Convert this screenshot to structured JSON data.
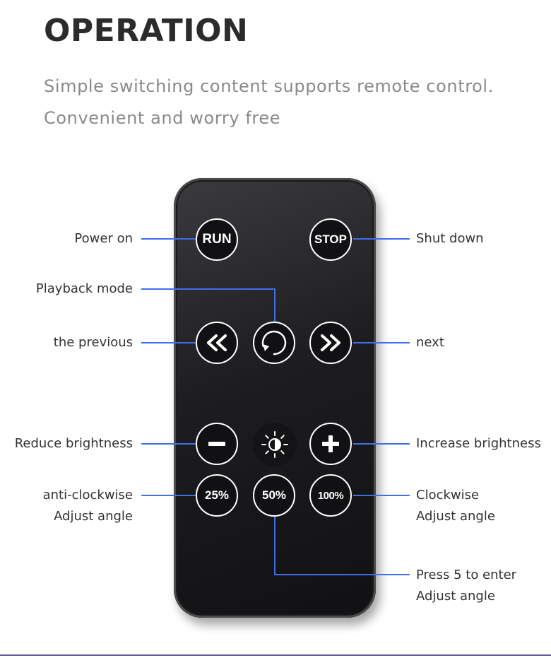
{
  "heading": "OPERATION",
  "subtitle": {
    "line1": "Simple switching content supports remote control.",
    "line2": "Convenient and worry free"
  },
  "colors": {
    "remote_body": "#1d1d1f",
    "callout_line": "#3e6ee8",
    "button_outline": "#ffffff",
    "heading_text": "#2b2b2b",
    "subtitle_text": "#8a8a8a"
  },
  "buttons": {
    "run": "RUN",
    "stop": "STOP",
    "previous_icon": "double-chevron-left-icon",
    "playback_icon": "circular-arrow-icon",
    "next_icon": "double-chevron-right-icon",
    "minus_icon": "minus-icon",
    "brightness_icon": "brightness-sun-icon",
    "plus_icon": "plus-icon",
    "p25": "25%",
    "p50": "50%",
    "p100": "100%"
  },
  "labels": {
    "power_on": "Power on",
    "shut_down": "Shut down",
    "playback_mode": "Playback mode",
    "previous": "the previous",
    "next": "next",
    "reduce_brightness": "Reduce brightness",
    "increase_brightness": "Increase brightness",
    "anticlockwise": [
      "anti-clockwise",
      "Adjust angle"
    ],
    "clockwise": [
      "Clockwise",
      "Adjust angle"
    ],
    "press5": [
      "Press 5 to enter",
      "Adjust angle"
    ]
  }
}
